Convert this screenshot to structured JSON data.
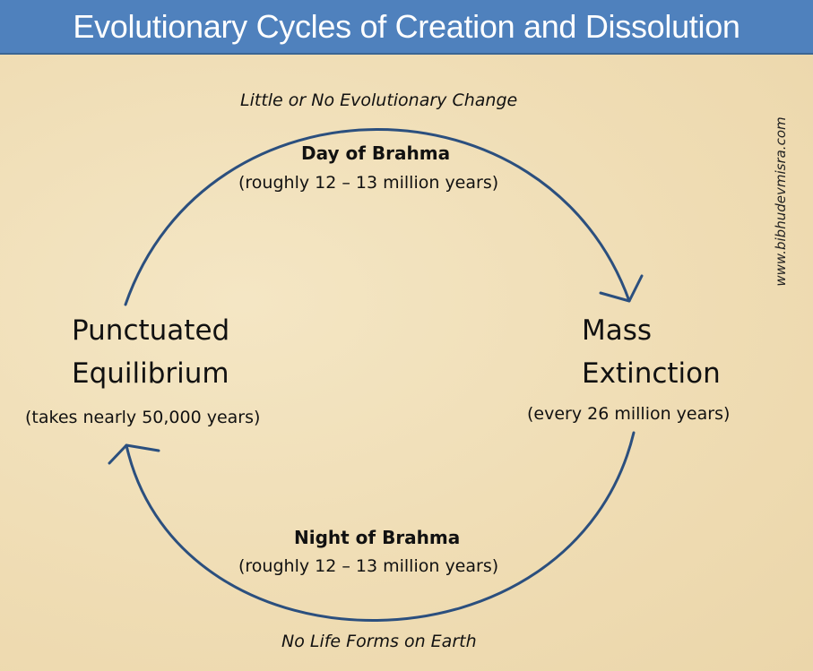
{
  "title": "Evolutionary Cycles of Creation and Dissolution",
  "watermark": "www.bibhudevmisra.com",
  "top": {
    "caption": "Little or No Evolutionary Change",
    "phase": "Day of Brahma",
    "duration": "(roughly 12 – 13 million years)"
  },
  "bottom": {
    "phase": "Night of Brahma",
    "duration": "(roughly 12 – 13 million years)",
    "caption": "No Life Forms on Earth"
  },
  "left": {
    "line1": "Punctuated",
    "line2": "Equilibrium",
    "duration": "(takes nearly 50,000 years)"
  },
  "right": {
    "line1": "Mass",
    "line2": "Extinction",
    "duration": "(every 26 million years)"
  },
  "colors": {
    "header": "#4f81bd",
    "arrow": "#2b4f7e",
    "background": "#f0dfb8"
  }
}
